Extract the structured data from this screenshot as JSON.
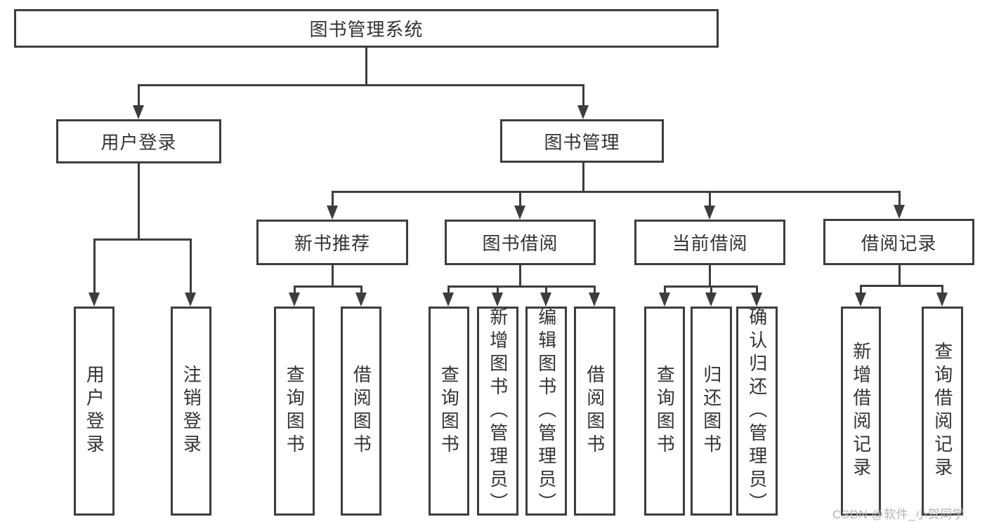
{
  "diagram": {
    "root": {
      "id": "library-management-system",
      "label": "图书管理系统",
      "children": [
        {
          "id": "user-login-module",
          "label": "用户登录",
          "children": [
            {
              "id": "user-login-leaf",
              "label": "用户登录"
            },
            {
              "id": "logout-leaf",
              "label": "注销登录"
            }
          ]
        },
        {
          "id": "book-management",
          "label": "图书管理",
          "children": [
            {
              "id": "new-book-recommendation",
              "label": "新书推荐",
              "children": [
                {
                  "id": "query-books-recommend",
                  "label": "查询图书"
                },
                {
                  "id": "borrow-books-recommend",
                  "label": "借阅图书"
                }
              ]
            },
            {
              "id": "book-borrowing",
              "label": "图书借阅",
              "children": [
                {
                  "id": "query-books-borrowing",
                  "label": "查询图书"
                },
                {
                  "id": "add-books-admin",
                  "label": "新增图书（管理员）"
                },
                {
                  "id": "edit-books-admin",
                  "label": "编辑图书（管理员）"
                },
                {
                  "id": "borrow-books-borrowing",
                  "label": "借阅图书"
                }
              ]
            },
            {
              "id": "current-borrowing",
              "label": "当前借阅",
              "children": [
                {
                  "id": "query-books-current",
                  "label": "查询图书"
                },
                {
                  "id": "return-books",
                  "label": "归还图书"
                },
                {
                  "id": "confirm-return-admin",
                  "label": "确认归还（管理员）"
                }
              ]
            },
            {
              "id": "borrowing-records",
              "label": "借阅记录",
              "children": [
                {
                  "id": "add-borrow-record",
                  "label": "新增借阅记录"
                },
                {
                  "id": "query-borrow-record",
                  "label": "查询借阅记录"
                }
              ]
            }
          ]
        }
      ]
    }
  },
  "watermark": {
    "text": "CSDN @软件_小贺同学"
  },
  "colors": {
    "line": "#3d3d3d",
    "text": "#333333",
    "watermark": "#b3b3b3",
    "background": "#ffffff"
  }
}
